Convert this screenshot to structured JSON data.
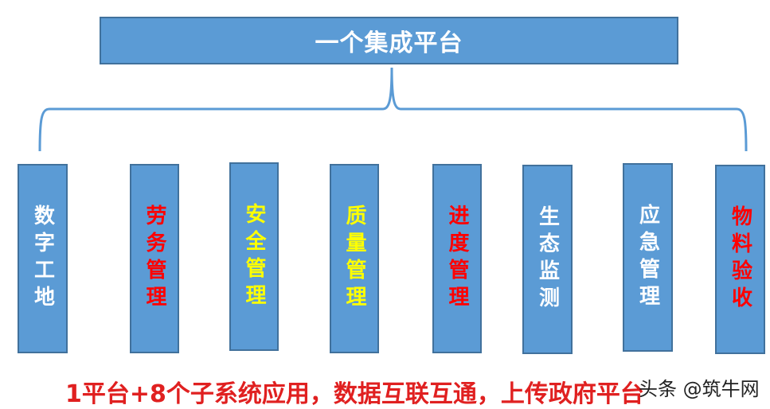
{
  "diagram": {
    "title": "一个集成平台",
    "subsystems": [
      {
        "label": "数字工地",
        "color": "#ffffff"
      },
      {
        "label": "劳务管理",
        "color": "#ff0000"
      },
      {
        "label": "安全管理",
        "color": "#ffff00"
      },
      {
        "label": "质量管理",
        "color": "#ffff00"
      },
      {
        "label": "进度管理",
        "color": "#ff0000"
      },
      {
        "label": "生态监测",
        "color": "#ffffff"
      },
      {
        "label": "应急管理",
        "color": "#ffffff"
      },
      {
        "label": "物料验收",
        "color": "#ff0000"
      }
    ],
    "footer": "1平台+8个子系统应用，数据互联互通，上传政府平台",
    "watermark": "头条 @筑牛网"
  },
  "colors": {
    "box_fill": "#5b9bd5",
    "box_border": "#41719c",
    "connector": "#5b9bd5",
    "footer_text": "#e02020"
  }
}
